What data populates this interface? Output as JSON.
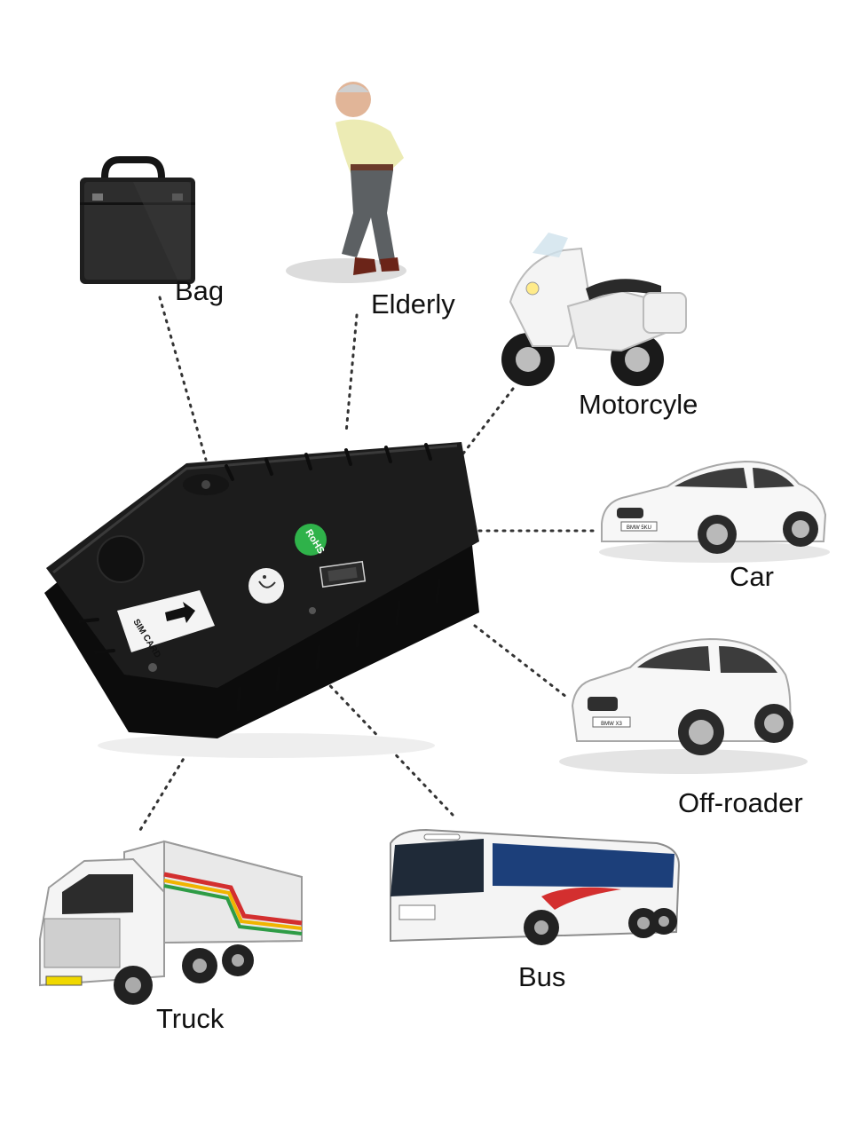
{
  "labels": {
    "bag": "Bag",
    "elderly": "Elderly",
    "motorcycle": "Motorcyle",
    "car": "Car",
    "offroader": "Off-roader",
    "truck": "Truck",
    "bus": "Bus"
  },
  "device": {
    "sim_label": "SIM CARD",
    "badge": "RoHS",
    "badge_color": "#2fb24a",
    "body_color": "#1c1c1c"
  },
  "vehicles": {
    "car_plate": "BMW 5KU",
    "offroader_plate": "BMW X3"
  },
  "colors": {
    "connector": "#333333",
    "stripe_red": "#d32f2f",
    "stripe_yellow": "#f0b400",
    "stripe_green": "#2e9c46"
  }
}
